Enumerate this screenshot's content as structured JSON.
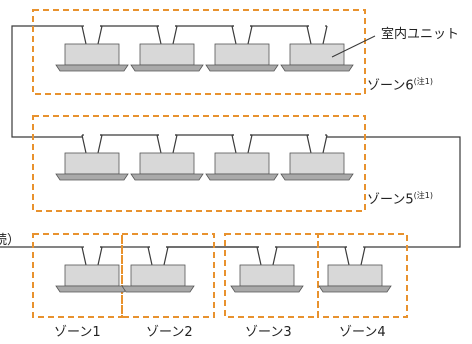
{
  "labels": {
    "indoor_unit": "室内ユニット",
    "cut_text": "続）",
    "zone6": {
      "text": "ゾーン6",
      "note": "(注1)"
    },
    "zone5": {
      "text": "ゾーン5",
      "note": "(注1)"
    },
    "zone1": "ゾーン1",
    "zone2": "ゾーン2",
    "zone3": "ゾーン3",
    "zone4": "ゾーン4"
  },
  "colors": {
    "zone_border": "#e8922e",
    "wire": "#3a3a3a",
    "unit_top": "#d8d8d8",
    "unit_base": "#a9a9a9",
    "unit_edge": "#555555"
  }
}
